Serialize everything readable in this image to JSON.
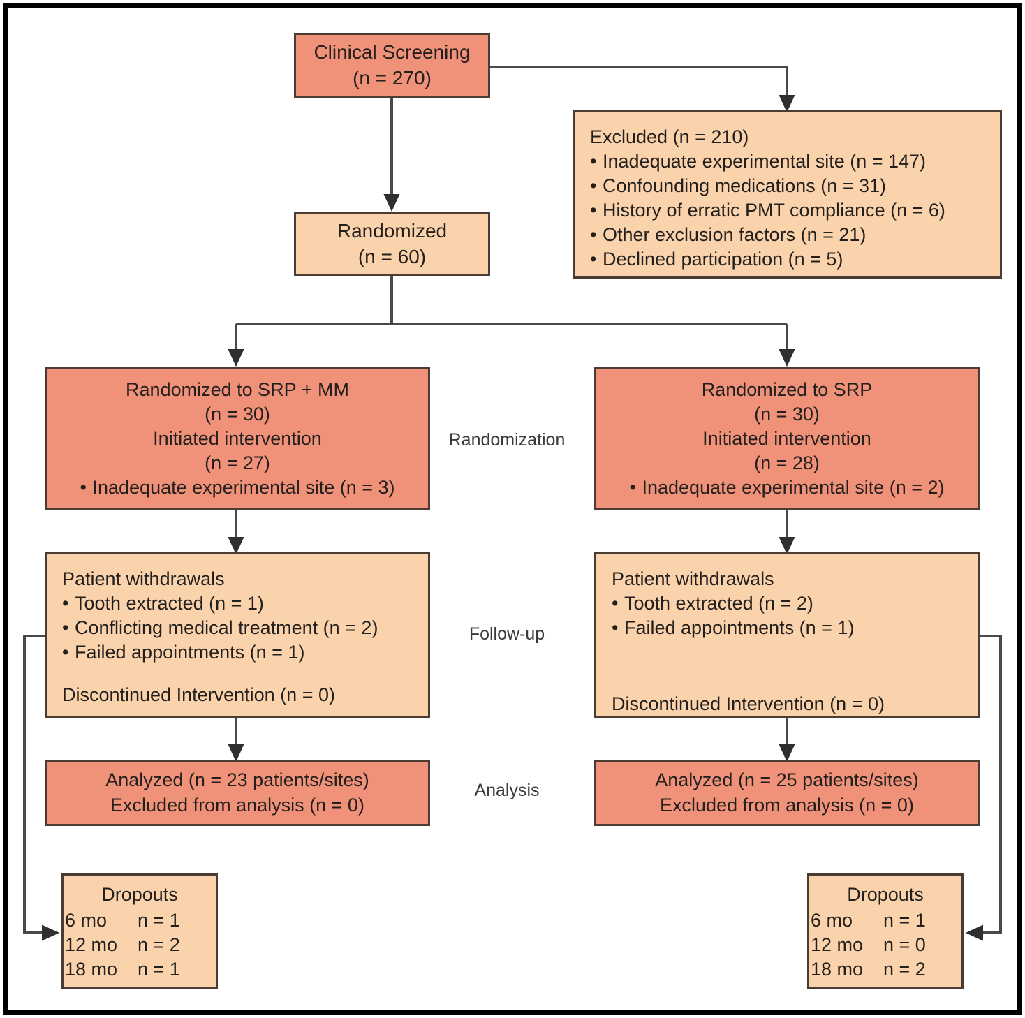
{
  "diagram": {
    "title": "CONSORT participant flow diagram",
    "colors": {
      "box_dark": "#f0927a",
      "box_light": "#fad3ad",
      "box_border": "#4a3b33",
      "connector": "#4a4a4a",
      "frame": "#000000",
      "text": "#231f1c",
      "stage_label_text": "#3b3b3b"
    }
  },
  "stage_labels": [
    {
      "name": "randomization",
      "text": "Randomization"
    },
    {
      "name": "follow-up",
      "text": "Follow-up"
    },
    {
      "name": "analysis",
      "text": "Analysis"
    }
  ],
  "screening": {
    "line1": "Clinical Screening",
    "line2": "(n = 270)",
    "n": 270
  },
  "excluded": {
    "heading": "Excluded (n = 210)",
    "n": 210,
    "reasons": [
      {
        "label": "Inadequate experimental site (n = 147)",
        "n": 147
      },
      {
        "label": "Confounding medications (n = 31)",
        "n": 31
      },
      {
        "label": "History of erratic PMT compliance (n = 6)",
        "n": 6
      },
      {
        "label": "Other exclusion factors (n = 21)",
        "n": 21
      },
      {
        "label": "Declined participation (n = 5)",
        "n": 5
      }
    ]
  },
  "randomized": {
    "line1": "Randomized",
    "line2": "(n = 60)",
    "n": 60
  },
  "arms": {
    "left": {
      "allocation": {
        "line1": "Randomized to SRP + MM",
        "line2": "(n = 30)",
        "line3": "Initiated intervention",
        "line4": "(n = 27)",
        "bullet1": "Inadequate experimental site (n = 3)",
        "randomized_n": 30,
        "initiated_n": 27,
        "inadequate_site_n": 3
      },
      "withdrawals": {
        "heading": "Patient withdrawals",
        "items": [
          {
            "label": "Tooth extracted (n = 1)",
            "n": 1
          },
          {
            "label": "Conflicting medical treatment (n = 2)",
            "n": 2
          },
          {
            "label": "Failed appointments (n = 1)",
            "n": 1
          }
        ],
        "discontinued": "Discontinued Intervention (n = 0)",
        "discontinued_n": 0
      },
      "analysis": {
        "line1": "Analyzed (n = 23 patients/sites)",
        "line2": "Excluded from analysis (n = 0)",
        "analyzed_n": 23,
        "excluded_n": 0
      },
      "dropouts": {
        "title": "Dropouts",
        "rows": [
          {
            "period": "6 mo",
            "value": "n = 1",
            "n": 1
          },
          {
            "period": "12 mo",
            "value": "n = 2",
            "n": 2
          },
          {
            "period": "18 mo",
            "value": "n = 1",
            "n": 1
          }
        ]
      }
    },
    "right": {
      "allocation": {
        "line1": "Randomized to SRP",
        "line2": "(n = 30)",
        "line3": "Initiated intervention",
        "line4": "(n = 28)",
        "bullet1": "Inadequate experimental site (n = 2)",
        "randomized_n": 30,
        "initiated_n": 28,
        "inadequate_site_n": 2
      },
      "withdrawals": {
        "heading": "Patient withdrawals",
        "items": [
          {
            "label": "Tooth extracted (n = 2)",
            "n": 2
          },
          {
            "label": "Failed appointments (n = 1)",
            "n": 1
          }
        ],
        "discontinued": "Discontinued Intervention (n = 0)",
        "discontinued_n": 0
      },
      "analysis": {
        "line1": "Analyzed (n = 25 patients/sites)",
        "line2": "Excluded from analysis (n = 0)",
        "analyzed_n": 25,
        "excluded_n": 0
      },
      "dropouts": {
        "title": "Dropouts",
        "rows": [
          {
            "period": "6 mo",
            "value": "n = 1",
            "n": 1
          },
          {
            "period": "12 mo",
            "value": "n = 0",
            "n": 0
          },
          {
            "period": "18 mo",
            "value": "n = 2",
            "n": 2
          }
        ]
      }
    }
  },
  "bullet_glyph": "•"
}
